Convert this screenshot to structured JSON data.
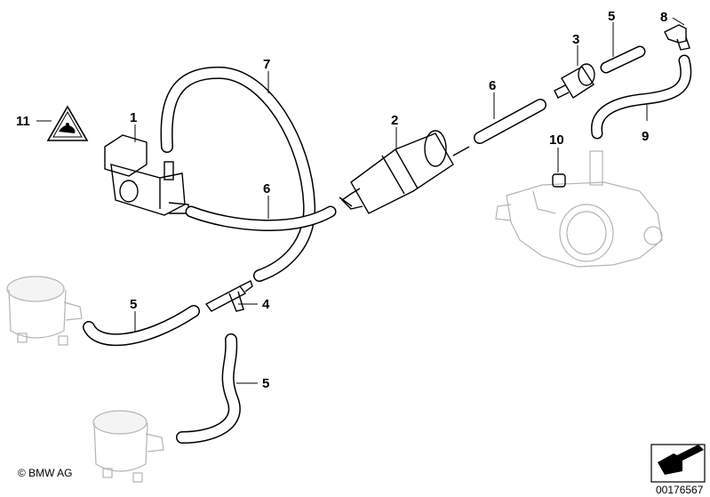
{
  "callouts": {
    "c1": "1",
    "c2": "2",
    "c3": "3",
    "c4": "4",
    "c5a": "5",
    "c5b": "5",
    "c5c": "5",
    "c6a": "6",
    "c6b": "6",
    "c7": "7",
    "c8": "8",
    "c9": "9",
    "c10": "10",
    "c11": "11"
  },
  "footer": {
    "copyright": "© BMW AG",
    "diagram_number": "00176567"
  },
  "colors": {
    "line": "#000000",
    "ghost": "#b4b4b4"
  }
}
